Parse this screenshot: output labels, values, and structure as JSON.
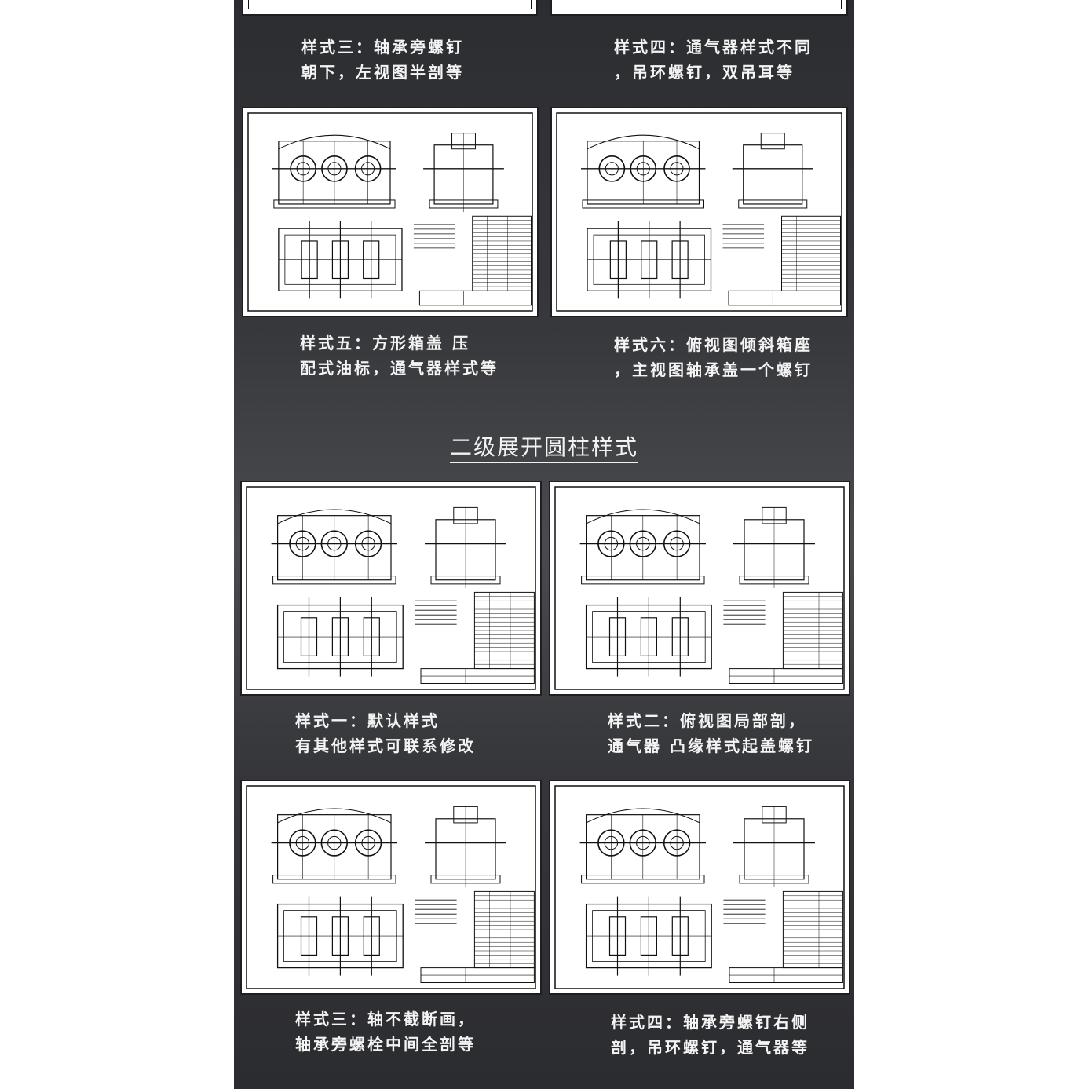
{
  "section_title": "二级展开圆柱样式",
  "captions": {
    "top_left": [
      "样式三：轴承旁螺钉",
      "朝下，左视图半剖等"
    ],
    "top_right": [
      "样式四：通气器样式不同",
      "，吊环螺钉，双吊耳等"
    ],
    "s5": [
      "样式五：方形箱盖 压",
      "配式油标，通气器样式等"
    ],
    "s6": [
      "样式六：俯视图倾斜箱座",
      "，主视图轴承盖一个螺钉"
    ],
    "t1": [
      "样式一：默认样式",
      "有其他样式可联系修改"
    ],
    "t2": [
      "样式二：俯视图局部剖，",
      "通气器 凸缘样式起盖螺钉"
    ],
    "t3": [
      "样式三：轴不截断画，",
      "轴承旁螺栓中间全剖等"
    ],
    "t4": [
      "样式四：轴承旁螺钉右侧",
      "剖，吊环螺钉，通气器等"
    ]
  }
}
